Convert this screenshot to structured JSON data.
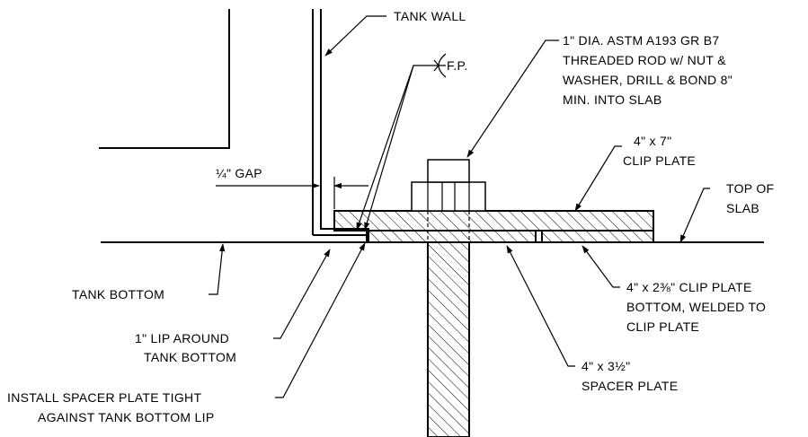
{
  "labels": {
    "tank_wall": "TANK WALL",
    "fp": "F.P.",
    "rod": [
      "1\" DIA. ASTM A193 GR B7",
      "THREADED ROD w/ NUT &",
      "WASHER, DRILL & BOND 8\"",
      "MIN. INTO SLAB"
    ],
    "gap": "¼\" GAP",
    "clip_plate": [
      "4\" x 7\"",
      "CLIP PLATE"
    ],
    "top_of_slab": [
      "TOP OF",
      "SLAB"
    ],
    "tank_bottom": "TANK BOTTOM",
    "lip": [
      "1\" LIP AROUND",
      "TANK BOTTOM"
    ],
    "spacer_install": [
      "INSTALL SPACER PLATE TIGHT",
      "AGAINST TANK BOTTOM LIP"
    ],
    "clip_bottom": [
      "4\" x 2⅜\" CLIP PLATE",
      "BOTTOM, WELDED TO",
      "CLIP PLATE"
    ],
    "spacer_plate": [
      "4\" x 3½\"",
      "SPACER PLATE"
    ]
  }
}
